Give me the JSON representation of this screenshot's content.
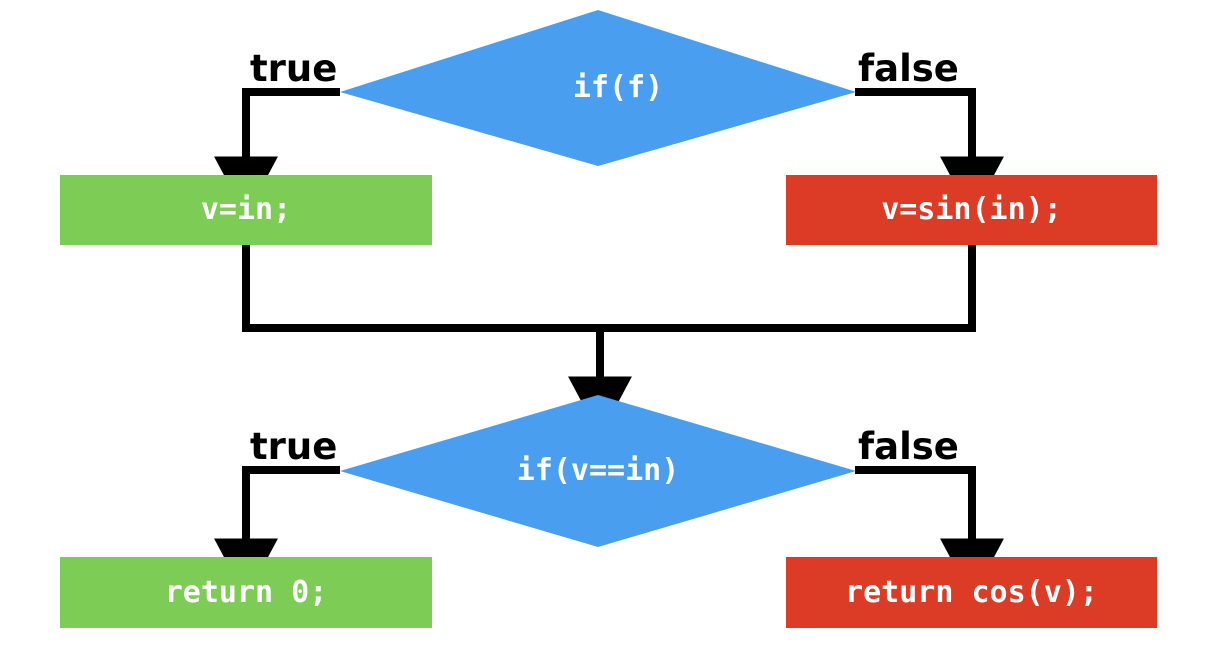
{
  "diagram": {
    "type": "flowchart",
    "title": "",
    "background": "#ffffff",
    "colors": {
      "decision": "#4a9ef0",
      "true_branch": "#7ccc55",
      "false_branch": "#dc3c26",
      "edge": "#000000",
      "node_text": "#ffffff",
      "label_text": "#000000"
    },
    "nodes": [
      {
        "id": "decision-if-f",
        "shape": "diamond",
        "label": "if(f)",
        "color": "#4a9ef0"
      },
      {
        "id": "process-v-in",
        "shape": "rectangle",
        "label": "v=in;",
        "color": "#7ccc55"
      },
      {
        "id": "process-v-sin-in",
        "shape": "rectangle",
        "label": "v=sin(in);",
        "color": "#dc3c26"
      },
      {
        "id": "decision-if-v-eq-in",
        "shape": "diamond",
        "label": "if(v==in)",
        "color": "#4a9ef0"
      },
      {
        "id": "process-return-0",
        "shape": "rectangle",
        "label": "return 0;",
        "color": "#7ccc55"
      },
      {
        "id": "process-return-cos-v",
        "shape": "rectangle",
        "label": "return cos(v);",
        "color": "#dc3c26"
      }
    ],
    "edges": [
      {
        "id": "edge-if-f-true",
        "from": "decision-if-f",
        "to": "process-v-in",
        "label": "true"
      },
      {
        "id": "edge-if-f-false",
        "from": "decision-if-f",
        "to": "process-v-sin-in",
        "label": "false"
      },
      {
        "id": "edge-merge-v-in",
        "from": "process-v-in",
        "to": "decision-if-v-eq-in",
        "label": ""
      },
      {
        "id": "edge-merge-v-sin-in",
        "from": "process-v-sin-in",
        "to": "decision-if-v-eq-in",
        "label": ""
      },
      {
        "id": "edge-if-v-true",
        "from": "decision-if-v-eq-in",
        "to": "process-return-0",
        "label": "true"
      },
      {
        "id": "edge-if-v-false",
        "from": "decision-if-v-eq-in",
        "to": "process-return-cos-v",
        "label": "false"
      }
    ],
    "labels": {
      "true_top": "true",
      "false_top": "false",
      "true_bottom": "true",
      "false_bottom": "false"
    }
  }
}
